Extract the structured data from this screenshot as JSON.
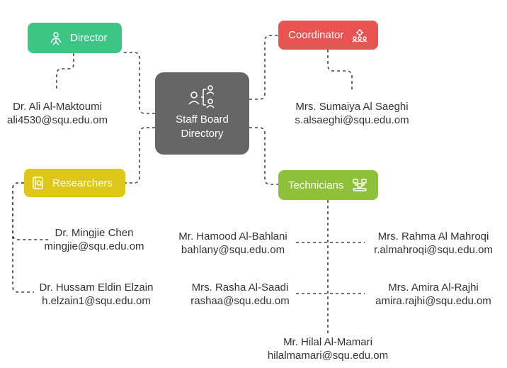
{
  "center": {
    "title_line1": "Staff Board",
    "title_line2": "Directory",
    "icon": "org-people-icon"
  },
  "roles": {
    "director": {
      "label": "Director",
      "color": "#3dc683",
      "icon": "leader-icon"
    },
    "coordinator": {
      "label": "Coordinator",
      "color": "#e95352",
      "icon": "gears-people-icon"
    },
    "researchers": {
      "label": "Researchers",
      "color": "#dec719",
      "icon": "book-search-icon"
    },
    "technicians": {
      "label": "Technicians",
      "color": "#8ec03a",
      "icon": "network-devices-icon"
    }
  },
  "people": {
    "director": {
      "name": "Dr. Ali Al-Maktoumi",
      "email": "ali4530@squ.edu.om"
    },
    "coordinator": {
      "name": "Mrs. Sumaiya Al Saeghi",
      "email": "s.alsaeghi@squ.edu.om"
    },
    "researcher_1": {
      "name": "Dr. Mingjie Chen",
      "email": "mingjie@squ.edu.om"
    },
    "researcher_2": {
      "name": "Dr. Hussam Eldin Elzain",
      "email": "h.elzain1@squ.edu.om"
    },
    "technician_1": {
      "name": "Mr. Hamood Al-Bahlani",
      "email": "bahlany@squ.edu.om"
    },
    "technician_2": {
      "name": "Mrs. Rahma Al Mahroqi",
      "email": "r.almahroqi@squ.edu.om"
    },
    "technician_3": {
      "name": "Mrs. Rasha Al-Saadi",
      "email": "rashaa@squ.edu.om"
    },
    "technician_4": {
      "name": "Mrs. Amira Al-Rajhi",
      "email": "amira.rajhi@squ.edu.om"
    },
    "technician_5": {
      "name": "Mr. Hilal Al-Mamari",
      "email": "hilalmamari@squ.edu.om"
    }
  }
}
